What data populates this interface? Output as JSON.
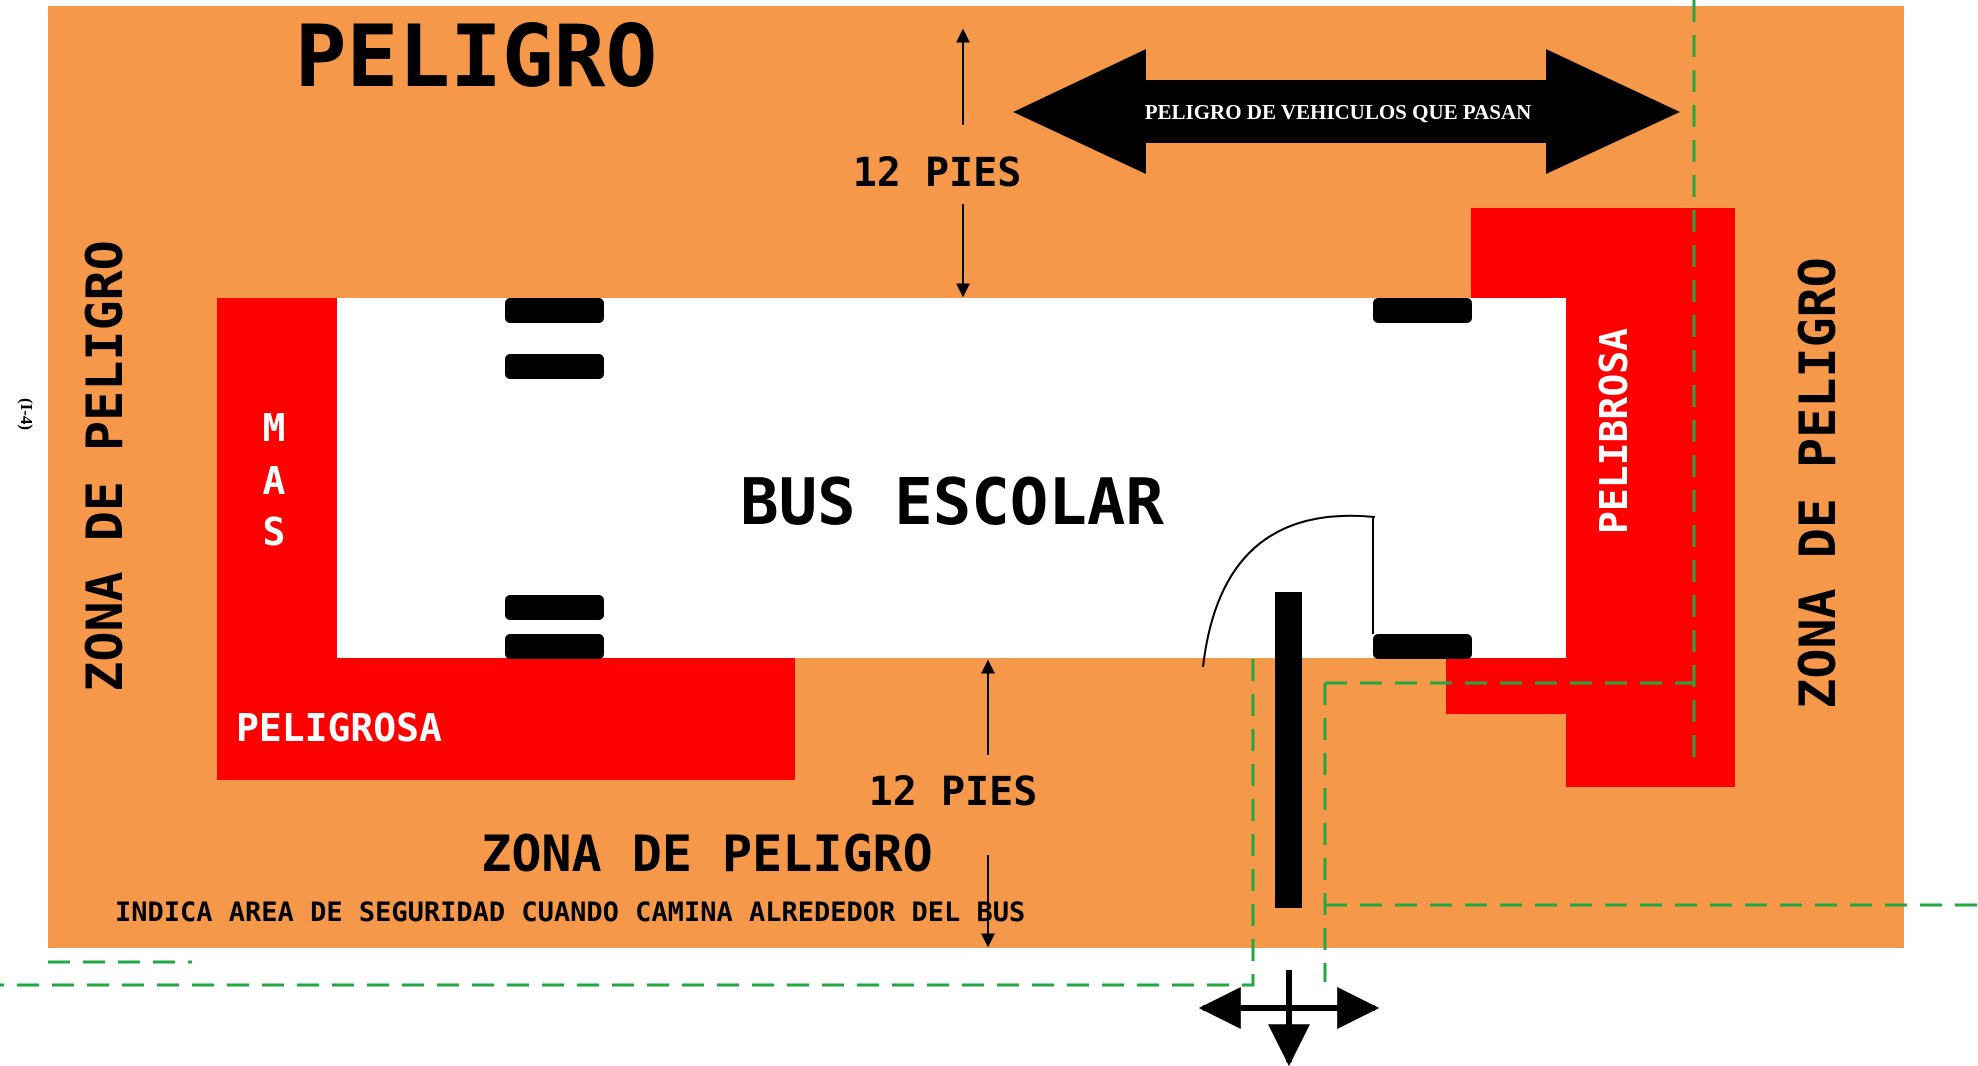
{
  "page_label": "(I-4)",
  "title": "PELIGRO",
  "traffic_arrow_label": "PELIGRO DE VEHICULOS QUE PASAN",
  "top_distance": "12 PIES",
  "bottom_distance": "12 PIES",
  "bus_label": "BUS ESCOLAR",
  "left_zone": "ZONA DE PELIGRO",
  "right_zone": "ZONA DE PELIGRO",
  "bottom_zone": "ZONA DE PELIGRO",
  "mas_letters": [
    "M",
    "A",
    "S"
  ],
  "rear_zone_label": "PELIGROSA",
  "front_zone_label": "PELIBROSA",
  "safety_note": "INDICA AREA DE SEGURIDAD CUANDO CAMINA  ALREDEDOR DEL BUS",
  "colors": {
    "danger_zone": "#F6984A",
    "high_danger": "#FF0000",
    "bus": "#FFFFFF",
    "safety_path": "#22A843",
    "ink": "#000000"
  }
}
